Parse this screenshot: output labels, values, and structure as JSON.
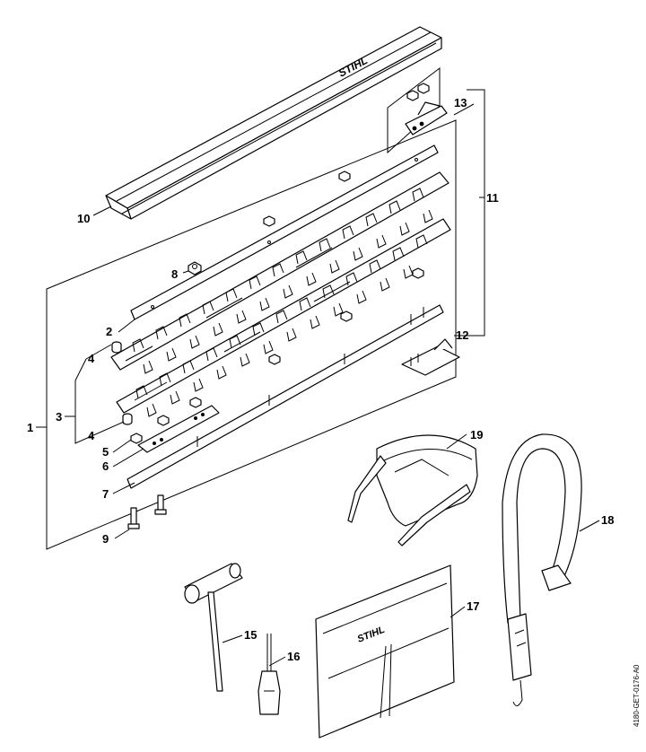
{
  "diagram": {
    "brand_logo": "STIHL",
    "drawing_ref": "4180-GET-0176-A0",
    "callouts": {
      "c1": "1",
      "c2": "2",
      "c3": "3",
      "c4a": "4",
      "c4b": "4",
      "c5": "5",
      "c6": "6",
      "c7": "7",
      "c8": "8",
      "c9": "9",
      "c10": "10",
      "c11": "11",
      "c12": "12",
      "c13": "13",
      "c15": "15",
      "c16": "16",
      "c17": "17",
      "c18": "18",
      "c19": "19"
    }
  }
}
